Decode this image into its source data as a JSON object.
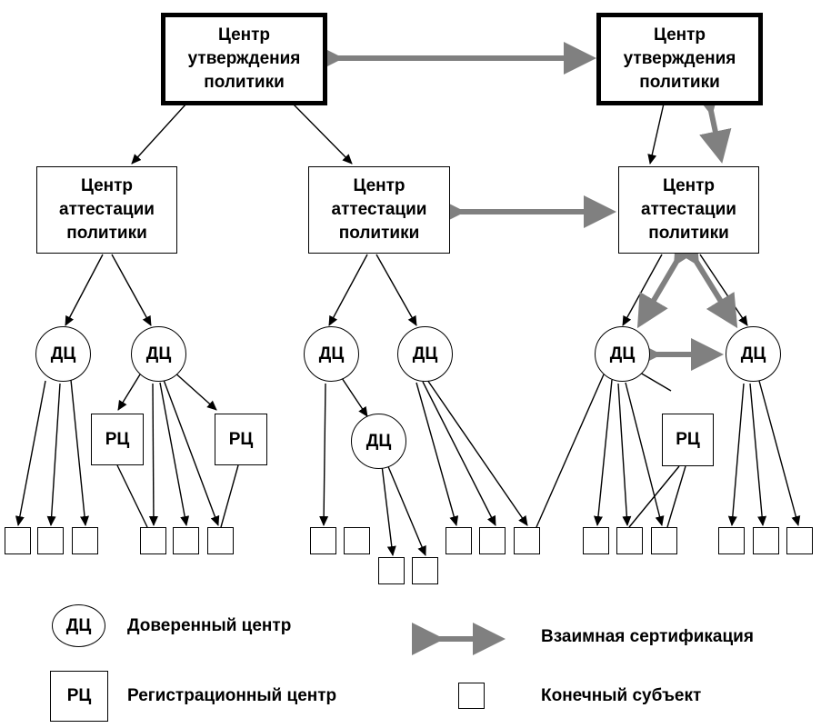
{
  "policy_approval": "Центр\nутверждения\nполитики",
  "policy_certification": "Центр\nаттестации\nполитики",
  "ca_abbr": "ДЦ",
  "ra_abbr": "РЦ",
  "legend": {
    "ca": "Доверенный центр",
    "ra": "Регистрационный центр",
    "mutual": "Взаимная сертификация",
    "end_entity": "Конечный субъект"
  },
  "colors": {
    "line": "#000000",
    "mutual_arrow": "#808080"
  }
}
